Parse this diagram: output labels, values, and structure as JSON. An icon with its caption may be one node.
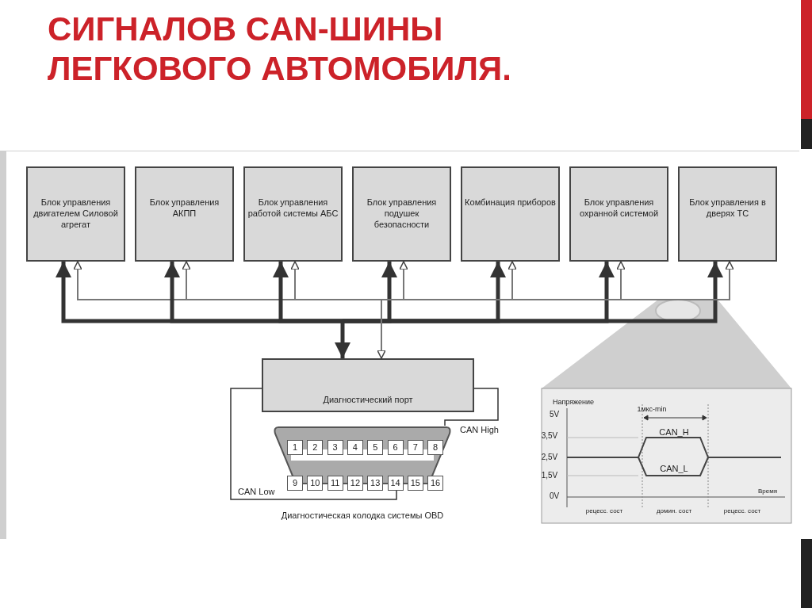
{
  "diagram": {
    "title": "СИГНАЛОВ CAN-ШИНЫ ЛЕГКОВОГО АВТОМОБИЛЯ.",
    "nodes": [
      {
        "text": [
          "Блок управления двигателем Силовой агрегат"
        ]
      },
      {
        "text": [
          "Блок управления АКПП"
        ]
      },
      {
        "text": [
          "Блок управления работой системы АБС"
        ]
      },
      {
        "text": [
          "Блок управления подушек безопасности"
        ]
      },
      {
        "text": [
          "Комбинация приборов"
        ]
      },
      {
        "text": [
          "Блок управления охранной системой"
        ]
      },
      {
        "text": [
          "Блок управления в дверях ТС"
        ]
      },
      {
        "text": [
          "Диагностический порт"
        ]
      },
      {
        "text": [],
        "shape": "trapezoid",
        "beside": [
          "Диагностическая колодка системы OBD"
        ]
      }
    ],
    "edges": [
      {
        "from": 7,
        "to": 0,
        "arrow": "both",
        "style": "thick"
      },
      {
        "from": 7,
        "to": 0,
        "arrow": "both"
      },
      {
        "from": 7,
        "to": 1,
        "arrow": "both",
        "style": "thick"
      },
      {
        "from": 7,
        "to": 1,
        "arrow": "both"
      },
      {
        "from": 7,
        "to": 2,
        "arrow": "both",
        "style": "thick"
      },
      {
        "from": 7,
        "to": 2,
        "arrow": "both"
      },
      {
        "from": 7,
        "to": 3,
        "arrow": "both",
        "style": "thick"
      },
      {
        "from": 7,
        "to": 3,
        "arrow": "both"
      },
      {
        "from": 7,
        "to": 4,
        "arrow": "both",
        "style": "thick"
      },
      {
        "from": 7,
        "to": 4,
        "arrow": "both"
      },
      {
        "from": 7,
        "to": 5,
        "arrow": "both",
        "style": "thick"
      },
      {
        "from": 7,
        "to": 5,
        "arrow": "both"
      },
      {
        "from": 7,
        "to": 6,
        "arrow": "both",
        "style": "thick"
      },
      {
        "from": 7,
        "to": 6,
        "arrow": "both"
      },
      {
        "from": 7,
        "to": 8,
        "arrow": "none",
        "label": "CAN High"
      },
      {
        "from": 7,
        "to": 8,
        "arrow": "none",
        "label": "CAN Low"
      }
    ],
    "labels": [
      "1",
      "2",
      "3",
      "4",
      "5",
      "6",
      "7",
      "8",
      "9",
      "10",
      "11",
      "12",
      "13",
      "14",
      "15",
      "16",
      "Напряжение",
      "1мкс-min",
      "CAN_H",
      "CAN_L",
      "Время",
      "5V",
      "3,5V",
      "2,5V",
      "1,5V",
      "0V",
      "рецесс. сост",
      "домин. сост",
      "рецесс. сост"
    ]
  }
}
